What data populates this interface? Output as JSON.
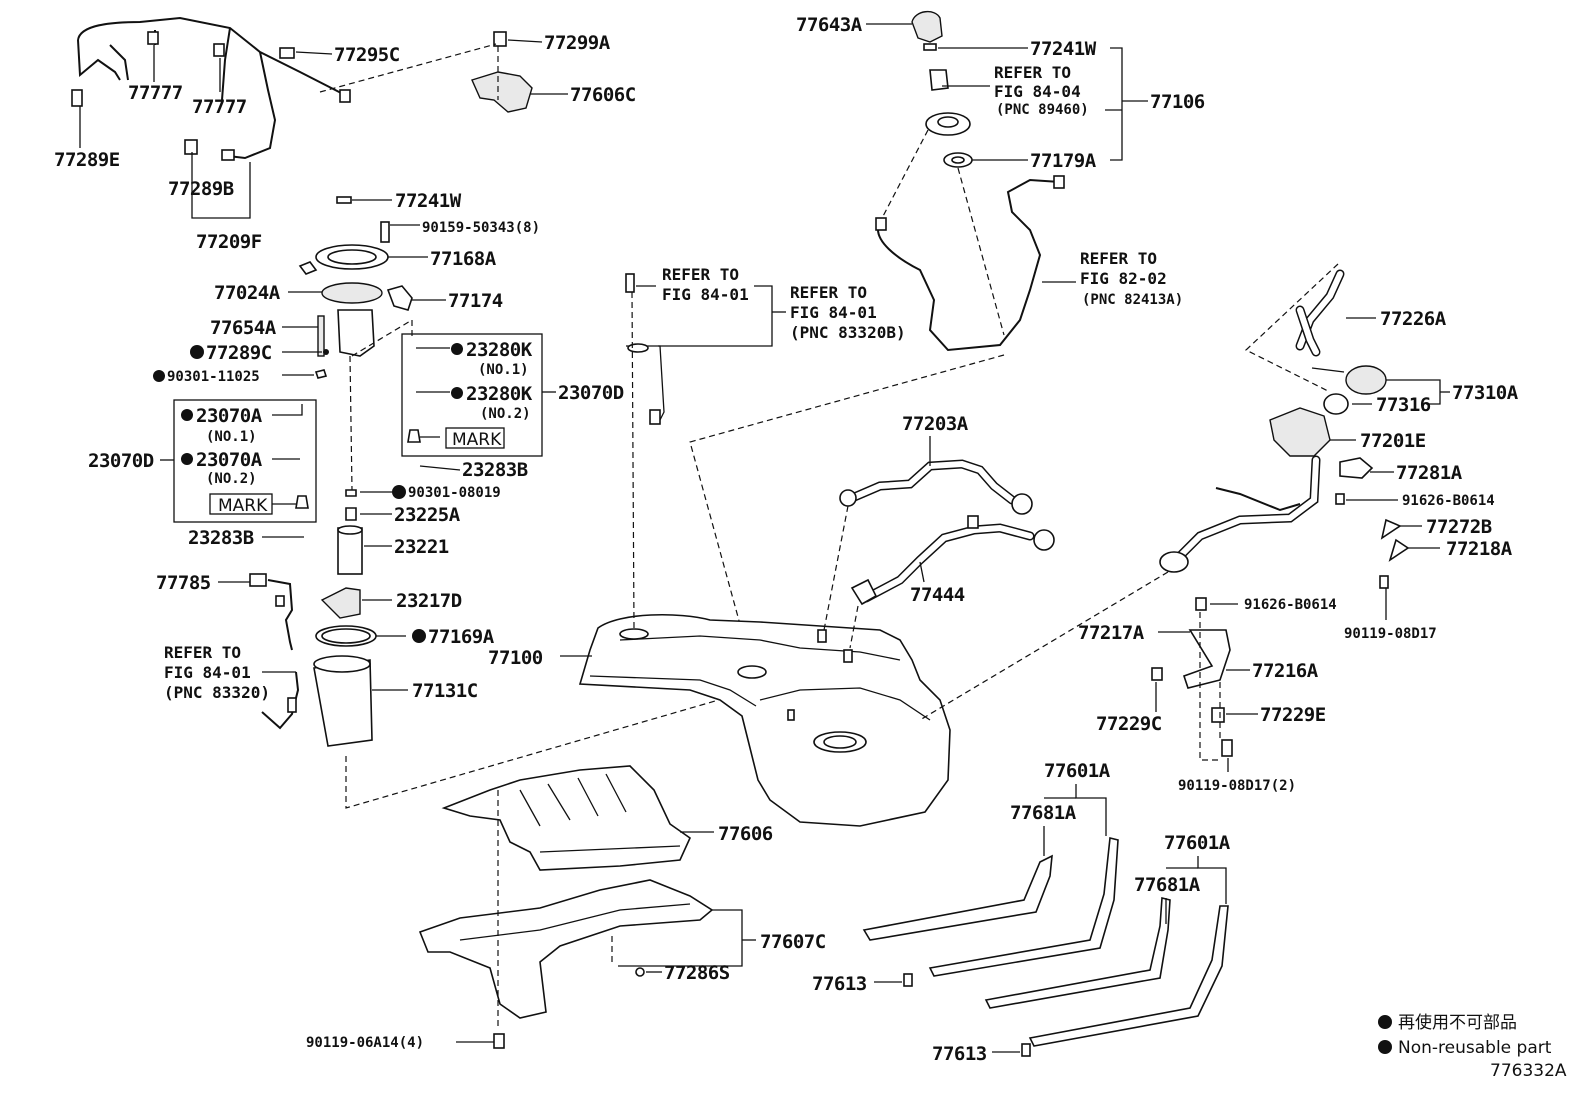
{
  "diagram_id": "776332A",
  "labels": {
    "p77295C": "77295C",
    "p77299A": "77299A",
    "p77606C": "77606C",
    "p77777a": "77777",
    "p77777b": "77777",
    "p77289E": "77289E",
    "p77289B": "77289B",
    "p77209F": "77209F",
    "p77643A": "77643A",
    "p77241W_top": "77241W",
    "p77106": "77106",
    "p77179A": "77179A",
    "p77241W": "77241W",
    "p90159": "90159-50343(8)",
    "p77168A": "77168A",
    "p77024A": "77024A",
    "p77174": "77174",
    "p77654A": "77654A",
    "p77289C": "77289C",
    "p90301_11025": "90301-11025",
    "p23280K_1": "23280K",
    "no1_a": "(NO.1)",
    "p23280K_2": "23280K",
    "no2_a": "(NO.2)",
    "p23070D_right": "23070D",
    "mark_a": "MARK",
    "p23283B_a": "23283B",
    "p23070A_1": "23070A",
    "no1_b": "(NO.1)",
    "p23070D_left": "23070D",
    "p23070A_2": "23070A",
    "no2_b": "(NO.2)",
    "mark_b": "MARK",
    "p23283B_b": "23283B",
    "p90301_08019": "90301-08019",
    "p23225A": "23225A",
    "p23221": "23221",
    "p77785": "77785",
    "p23217D": "23217D",
    "p77169A": "77169A",
    "p77131C": "77131C",
    "p77100": "77100",
    "p77203A": "77203A",
    "p77444": "77444",
    "p77226A": "77226A",
    "p77316": "77316",
    "p77310A": "77310A",
    "p77201E": "77201E",
    "p77281A": "77281A",
    "p91626_a": "91626-B0614",
    "p77272B": "77272B",
    "p77218A": "77218A",
    "p91626_b": "91626-B0614",
    "p90119_08D17": "90119-08D17",
    "p77217A": "77217A",
    "p77216A": "77216A",
    "p77229C": "77229C",
    "p77229E": "77229E",
    "p90119_08D17_2": "90119-08D17(2)",
    "p77606": "77606",
    "p77607C": "77607C",
    "p77286S": "77286S",
    "p90119_06A14": "90119-06A14(4)",
    "p77601A_a": "77601A",
    "p77681A_a": "77681A",
    "p77601A_b": "77601A",
    "p77681A_b": "77681A",
    "p77613_a": "77613",
    "p77613_b": "77613"
  },
  "references": {
    "ref1_l1": "REFER TO",
    "ref1_l2": "FIG 84-04",
    "ref1_l3": "(PNC 89460)",
    "ref2_l1": "REFER TO",
    "ref2_l2": "FIG 82-02",
    "ref2_l3": "(PNC 82413A)",
    "ref3_l1": "REFER TO",
    "ref3_l2": "FIG 84-01",
    "ref4_l1": "REFER TO",
    "ref4_l2": "FIG 84-01",
    "ref4_l3": "(PNC 83320B)",
    "ref5_l1": "REFER TO",
    "ref5_l2": "FIG 84-01",
    "ref5_l3": "(PNC 83320)"
  },
  "legend": {
    "jp": "再使用不可部品",
    "en": "Non-reusable part"
  }
}
